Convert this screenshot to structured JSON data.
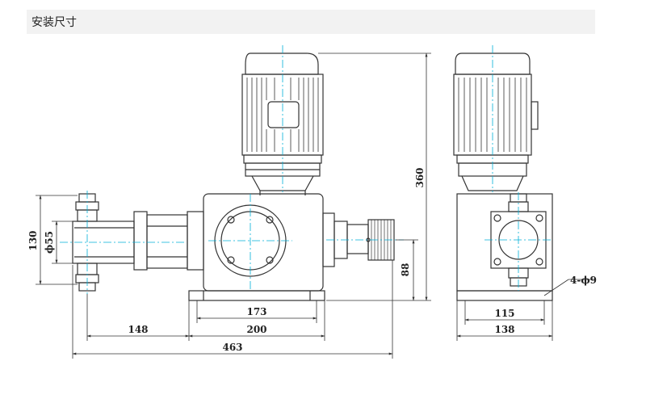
{
  "header": {
    "title": "安装尺寸"
  },
  "dimensions": {
    "d130": "130",
    "d55": "ϕ55",
    "d360": "360",
    "d88": "88",
    "d173": "173",
    "d200": "200",
    "d148": "148",
    "d463": "463",
    "d115": "115",
    "d138": "138",
    "holes": "4-ϕ9"
  },
  "colors": {
    "line": "#333333",
    "centerline": "#00b0d8",
    "hatch": "#555555"
  }
}
